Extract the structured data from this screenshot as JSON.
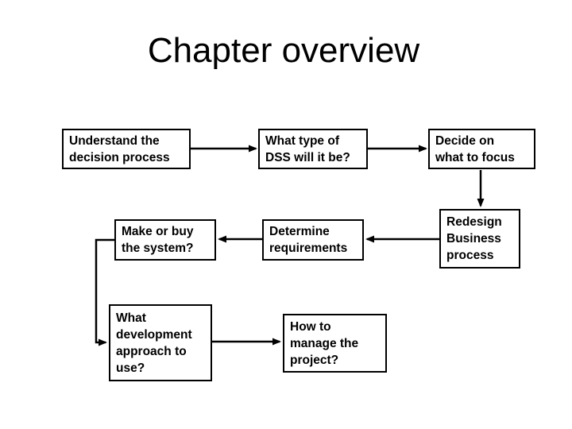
{
  "slide": {
    "title": "Chapter overview",
    "nodes": {
      "understand": {
        "label": "Understand the\ndecision process"
      },
      "what_type": {
        "label": "What type of\nDSS will it be?"
      },
      "decide": {
        "label": "Decide on\nwhat to focus"
      },
      "redesign": {
        "label": "Redesign\nBusiness\nprocess"
      },
      "determine": {
        "label": "Determine\nrequirements"
      },
      "make_buy": {
        "label": "Make or buy\nthe system?"
      },
      "dev_approach": {
        "label": "What\ndevelopment\napproach to\nuse?"
      },
      "how_manage": {
        "label": "How to\nmanage the\nproject?"
      }
    },
    "edges": [
      {
        "from": "understand",
        "to": "what_type"
      },
      {
        "from": "what_type",
        "to": "decide"
      },
      {
        "from": "decide",
        "to": "redesign"
      },
      {
        "from": "redesign",
        "to": "determine"
      },
      {
        "from": "determine",
        "to": "make_buy"
      },
      {
        "from": "make_buy",
        "to": "dev_approach"
      },
      {
        "from": "dev_approach",
        "to": "how_manage"
      }
    ],
    "colors": {
      "background": "#ffffff",
      "text": "#000000",
      "box_border": "#000000",
      "box_fill": "#ffffff",
      "arrow": "#000000"
    }
  }
}
